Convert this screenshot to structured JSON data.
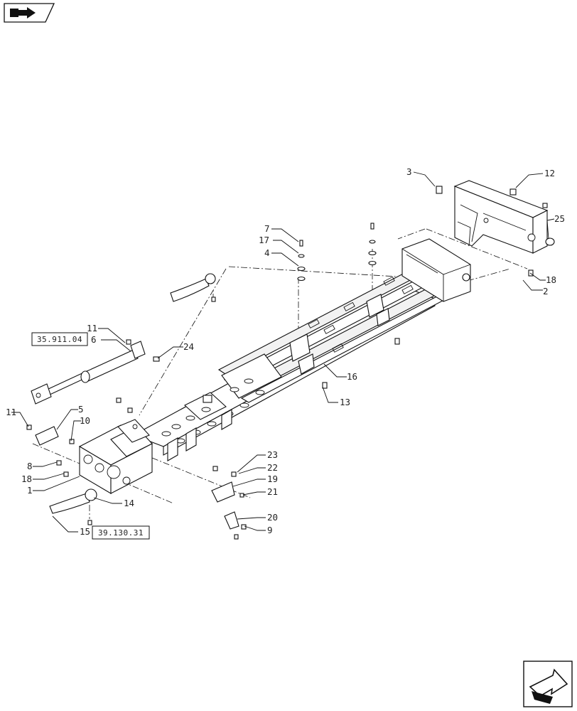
{
  "callouts": {
    "c1": "1",
    "c2": "2",
    "c3": "3",
    "c4": "4",
    "c5": "5",
    "c6": "6",
    "c7": "7",
    "c8": "8",
    "c9": "9",
    "c10": "10",
    "c11a": "11",
    "c11b": "11",
    "c12": "12",
    "c13": "13",
    "c14": "14",
    "c15": "15",
    "c16": "16",
    "c17": "17",
    "c18a": "18",
    "c18b": "18",
    "c19": "19",
    "c20": "20",
    "c21": "21",
    "c22": "22",
    "c23": "23",
    "c24": "24",
    "c25": "25"
  },
  "references": {
    "ref_top": "35.911.04",
    "ref_bottom": "39.130.31"
  },
  "icons": {
    "top_nav": "previous-page-icon",
    "bottom_nav": "next-page-icon"
  }
}
